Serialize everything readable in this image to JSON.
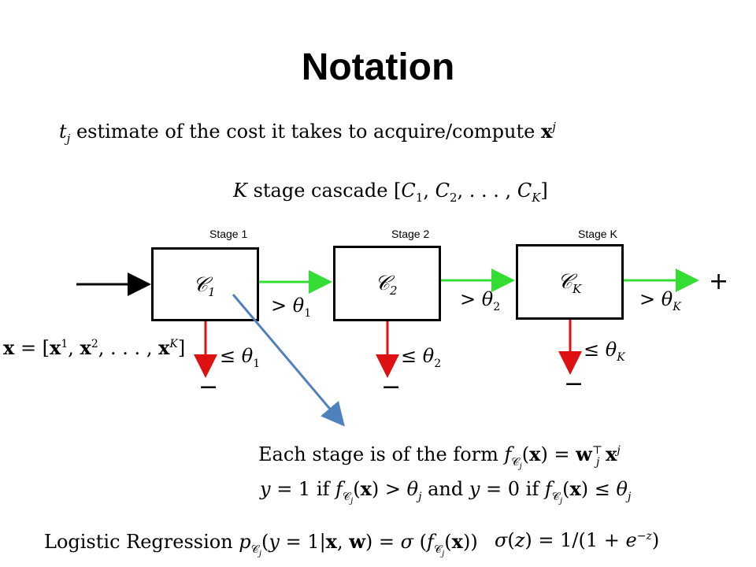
{
  "title": "Notation",
  "definitions": {
    "cost": "t_j estimate of the cost it takes to acquire/compute x^j",
    "cascade": "K stage cascade [C_1, C_2, ..., C_K]",
    "input": "x = [x^1, x^2, ..., x^K]"
  },
  "stages": [
    {
      "label": "Stage 1",
      "classifier": "C_1",
      "pass": "> θ_1",
      "reject": "≤ θ_1"
    },
    {
      "label": "Stage 2",
      "classifier": "C_2",
      "pass": "> θ_2",
      "reject": "≤ θ_2"
    },
    {
      "label": "Stage K",
      "classifier": "C_K",
      "pass": "> θ_K",
      "reject": "≤ θ_K"
    }
  ],
  "outcomes": {
    "positive": "+",
    "negative": "−"
  },
  "equations": {
    "stage_form": "Each stage is of the form f_Cj(x) = w_j^T x^j",
    "decision": "y = 1 if f_Cj(x) > θ_j and y = 0 if f_Cj(x) ≤ θ_j",
    "logistic": "Logistic Regression p_Cj(y = 1|x, w) = σ(f_Cj(x))",
    "sigmoid": "σ(z) = 1/(1 + e^−z)"
  },
  "colors": {
    "pass_arrow": "#33dd33",
    "reject_arrow": "#dd1111",
    "pointer_arrow": "#4f81bd",
    "input_arrow": "#000000"
  }
}
